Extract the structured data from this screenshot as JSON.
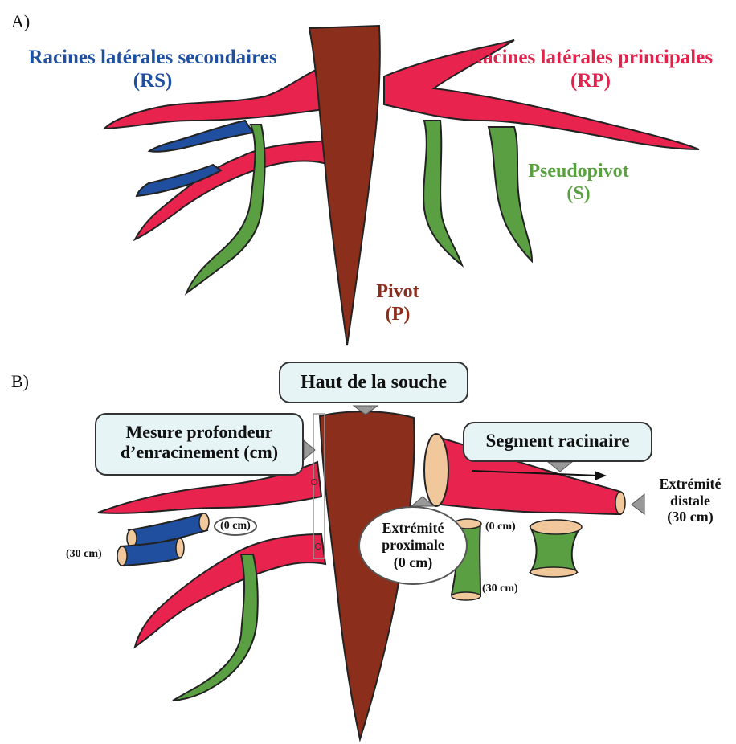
{
  "panel_a": {
    "letter": "A)",
    "secondary_label": "Racines latérales secondaires",
    "secondary_abbr": "(RS)",
    "principal_label": "Racines latérales principales",
    "principal_abbr": "(RP)",
    "pseudopivot_label": "Pseudopivot",
    "pseudopivot_abbr": "(S)",
    "pivot_label": "Pivot",
    "pivot_abbr": "(P)"
  },
  "panel_b": {
    "letter": "B)",
    "stump_top": "Haut de la souche",
    "depth_line1": "Mesure profondeur",
    "depth_line2": "d’enracinement (cm)",
    "segment": "Segment racinaire",
    "distal_line1": "Extrémité",
    "distal_line2": "distale",
    "distal_line3": "(30 cm)",
    "proximal_line1": "Extrémité",
    "proximal_line2": "proximale",
    "proximal_line3": "(0 cm)",
    "zero_left": "(0 cm)",
    "thirty_left": "(30 cm)",
    "zero_right": "(0 cm)",
    "thirty_right": "(30 cm)"
  },
  "colors": {
    "pivot": "#8b2e1c",
    "principal": "#e8244e",
    "secondary": "#1f4f9e",
    "pseudopivot": "#5aa043",
    "cut_face": "#f1c89c",
    "bubble": "#e6f4f6"
  }
}
